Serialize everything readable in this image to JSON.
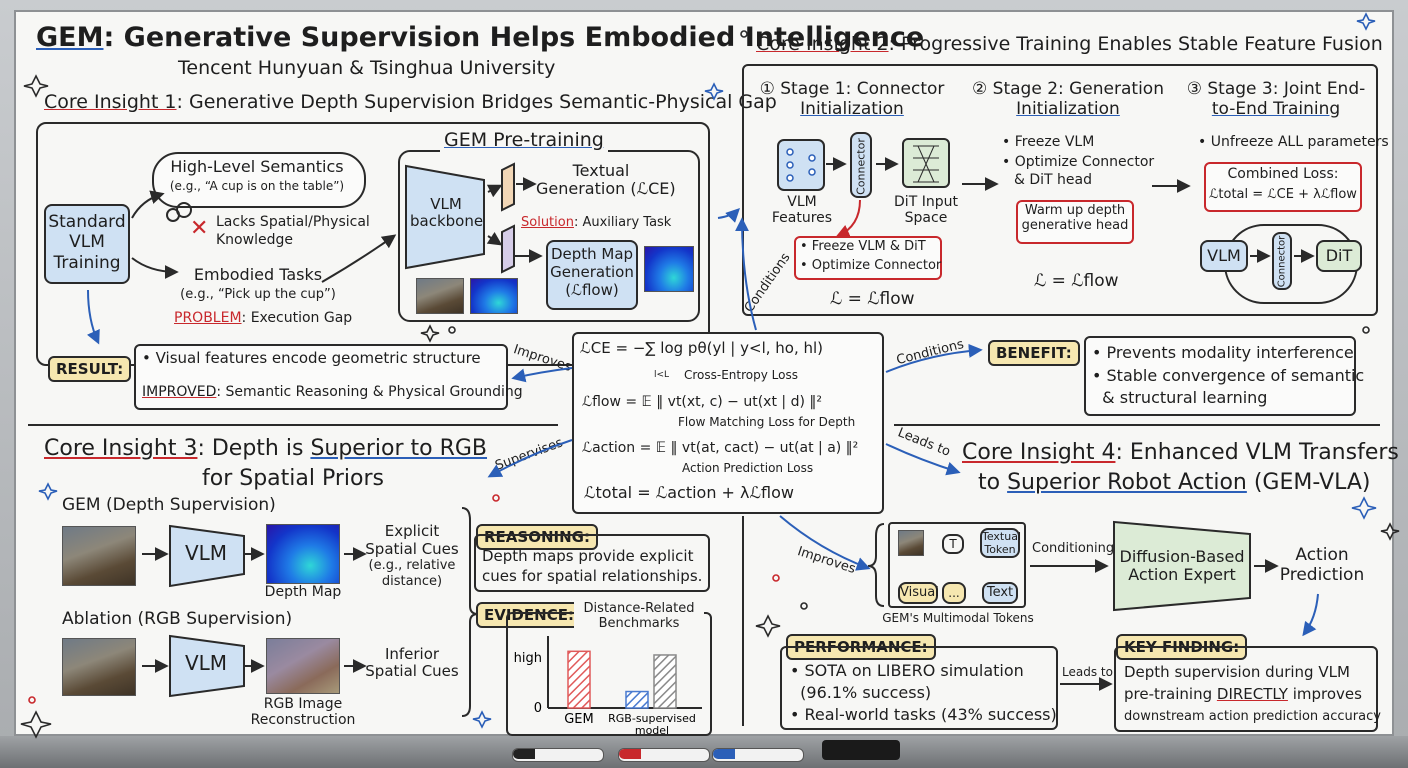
{
  "header": {
    "title_gem": "GEM",
    "title_rest": ": Generative Supervision Helps Embodied Intelligence",
    "affiliation": "Tencent Hunyuan & Tsinghua University"
  },
  "insight1": {
    "title_prefix": "Core Insight 1",
    "title_rest": ": Generative Depth Supervision Bridges Semantic-Physical Gap",
    "standard_vlm": [
      "Standard",
      "VLM",
      "Training"
    ],
    "semantics_title": "High-Level Semantics",
    "semantics_example": "(e.g., “A cup is on the table”)",
    "lacks": [
      "Lacks Spatial/Physical",
      "Knowledge"
    ],
    "embodied_title": "Embodied Tasks",
    "embodied_example": "(e.g., “Pick up the cup”)",
    "problem_label": "PROBLEM",
    "problem_text": ": Execution Gap",
    "result_label": "RESULT:",
    "result_line1": "• Visual features encode geometric structure",
    "improved_label": "IMPROVED",
    "improved_text": ": Semantic Reasoning & Physical Grounding",
    "pretraining_title": "GEM Pre-training",
    "vlm_backbone": [
      "VLM",
      "backbone"
    ],
    "textual_gen": [
      "Textual",
      "Generation (ℒCE)"
    ],
    "solution_label": "Solution",
    "solution_text": ": Auxiliary Task",
    "depth_gen": [
      "Depth Map",
      "Generation",
      "(ℒflow)"
    ]
  },
  "insight2": {
    "title_prefix": "Core Insight 2",
    "title_rest": ": Progressive Training Enables Stable Feature Fusion",
    "stage1_title": [
      "① Stage 1: Connector",
      "Initialization"
    ],
    "vlm_features": [
      "VLM",
      "Features"
    ],
    "connector": "Connector",
    "dit_input": [
      "DiT Input",
      "Space"
    ],
    "stage1_bullets": [
      "• Freeze VLM & DiT",
      "• Optimize Connector"
    ],
    "stage1_loss": "ℒ = ℒflow",
    "stage2_title": [
      "② Stage 2: Generation",
      "Initialization"
    ],
    "stage2_bullets": [
      "• Freeze VLM",
      "• Optimize Connector",
      "& DiT head"
    ],
    "stage2_warm": [
      "Warm up depth",
      "generative head"
    ],
    "stage2_loss": "ℒ = ℒflow",
    "stage3_title": [
      "③ Stage 3: Joint End-",
      "to-End Training"
    ],
    "stage3_bullet": "• Unfreeze ALL parameters",
    "combined_title": "Combined Loss:",
    "combined_eq": "ℒtotal = ℒCE + λℒflow",
    "loop_vlm": "VLM",
    "loop_connector": "Connector",
    "loop_dit": "DiT"
  },
  "center": {
    "ce_eq": "ℒCE = −∑ log pθ(yl | y<l, ho, hl)",
    "ce_sub": "l<L",
    "ce_caption": "Cross-Entropy Loss",
    "flow_eq": "ℒflow = 𝔼 ‖ vt(xt, c) − ut(xt | d) ‖²",
    "flow_caption": "Flow Matching Loss for Depth",
    "action_eq": "ℒaction = 𝔼 ‖ vt(at, cact) − ut(at | a) ‖²",
    "action_caption": "Action Prediction Loss",
    "total_eq": "ℒtotal = ℒaction + λℒflow",
    "arrow_improves": "Improves",
    "arrow_supervises": "Supervises",
    "arrow_conditions_top": "Conditions",
    "arrow_conditions_right": "Conditions",
    "arrow_leads_to": "Leads to",
    "arrow_improves_bottom": "Improves"
  },
  "benefit": {
    "label": "BENEFIT:",
    "bullets": [
      "• Prevents modality interference",
      "• Stable convergence of semantic",
      "  & structural learning"
    ]
  },
  "insight3": {
    "title_prefix": "Core Insight 3",
    "title_rest1": ": Depth is ",
    "title_superior": "Superior to RGB",
    "title_line2": "for Spatial Priors",
    "gem_label": "GEM (Depth Supervision)",
    "vlm": "VLM",
    "depth_map": "Depth Map",
    "explicit": [
      "Explicit",
      "Spatial Cues",
      "(e.g., relative",
      "distance)"
    ],
    "ablation_label": "Ablation (RGB Supervision)",
    "vlm2": "VLM",
    "rgb_rec": [
      "RGB Image",
      "Reconstruction"
    ],
    "inferior": [
      "Inferior",
      "Spatial Cues"
    ],
    "reasoning_label": "REASONING:",
    "reasoning_text": [
      "Depth maps provide explicit",
      "cues for spatial relationships."
    ],
    "evidence_label": "EVIDENCE:",
    "evidence_title": [
      "Distance-Related",
      "Benchmarks"
    ]
  },
  "chart_data": {
    "type": "bar",
    "title": "Distance-Related Benchmarks",
    "categories": [
      "GEM",
      "RGB-supervised model"
    ],
    "series": [
      {
        "values": [
          0.62,
          0.18
        ]
      },
      {
        "values": [
          0,
          0.58
        ]
      }
    ],
    "ytick_labels": [
      "high",
      "0"
    ],
    "colors": {
      "gem": "#e05a5a",
      "rgb_low": "#4a7bd0",
      "rgb_high": "#8a8a8a"
    }
  },
  "insight4": {
    "title_prefix": "Core Insight 4",
    "title_rest": ": Enhanced VLM Transfers",
    "title_line2_pre": "to ",
    "title_line2_ul": "Superior Robot Action",
    "title_line2_post": " (GEM-VLA)",
    "token_t": "T",
    "token_textual": [
      "Textual",
      "Token"
    ],
    "token_visual": "Visual",
    "token_dots": "...",
    "token_text": "Text",
    "tokens_caption": "GEM's Multimodal Tokens",
    "conditioning": "Conditioning",
    "diffusion": [
      "Diffusion-Based",
      "Action Expert"
    ],
    "action_pred": [
      "Action",
      "Prediction"
    ],
    "performance_label": "PERFORMANCE:",
    "performance_bullets": [
      "• SOTA on LIBERO simulation",
      "  (96.1% success)",
      "• Real-world tasks (43% success)"
    ],
    "leads_to": "Leads to",
    "key_label": "KEY FINDING:",
    "key_text": [
      "Depth supervision during VLM",
      "pre-training ",
      "downstream action prediction accuracy"
    ],
    "key_directly": "DIRECTLY",
    "key_improves": " improves"
  },
  "colors": {
    "board": "#f7f7f5",
    "frame": "#b9bcbf",
    "accent_red": "#c8282c",
    "accent_blue": "#2b5fb8",
    "tag_yellow": "#f6e7b0",
    "vlm_blue": "#cfe1f3",
    "diffusion_green": "#dcebd6"
  }
}
